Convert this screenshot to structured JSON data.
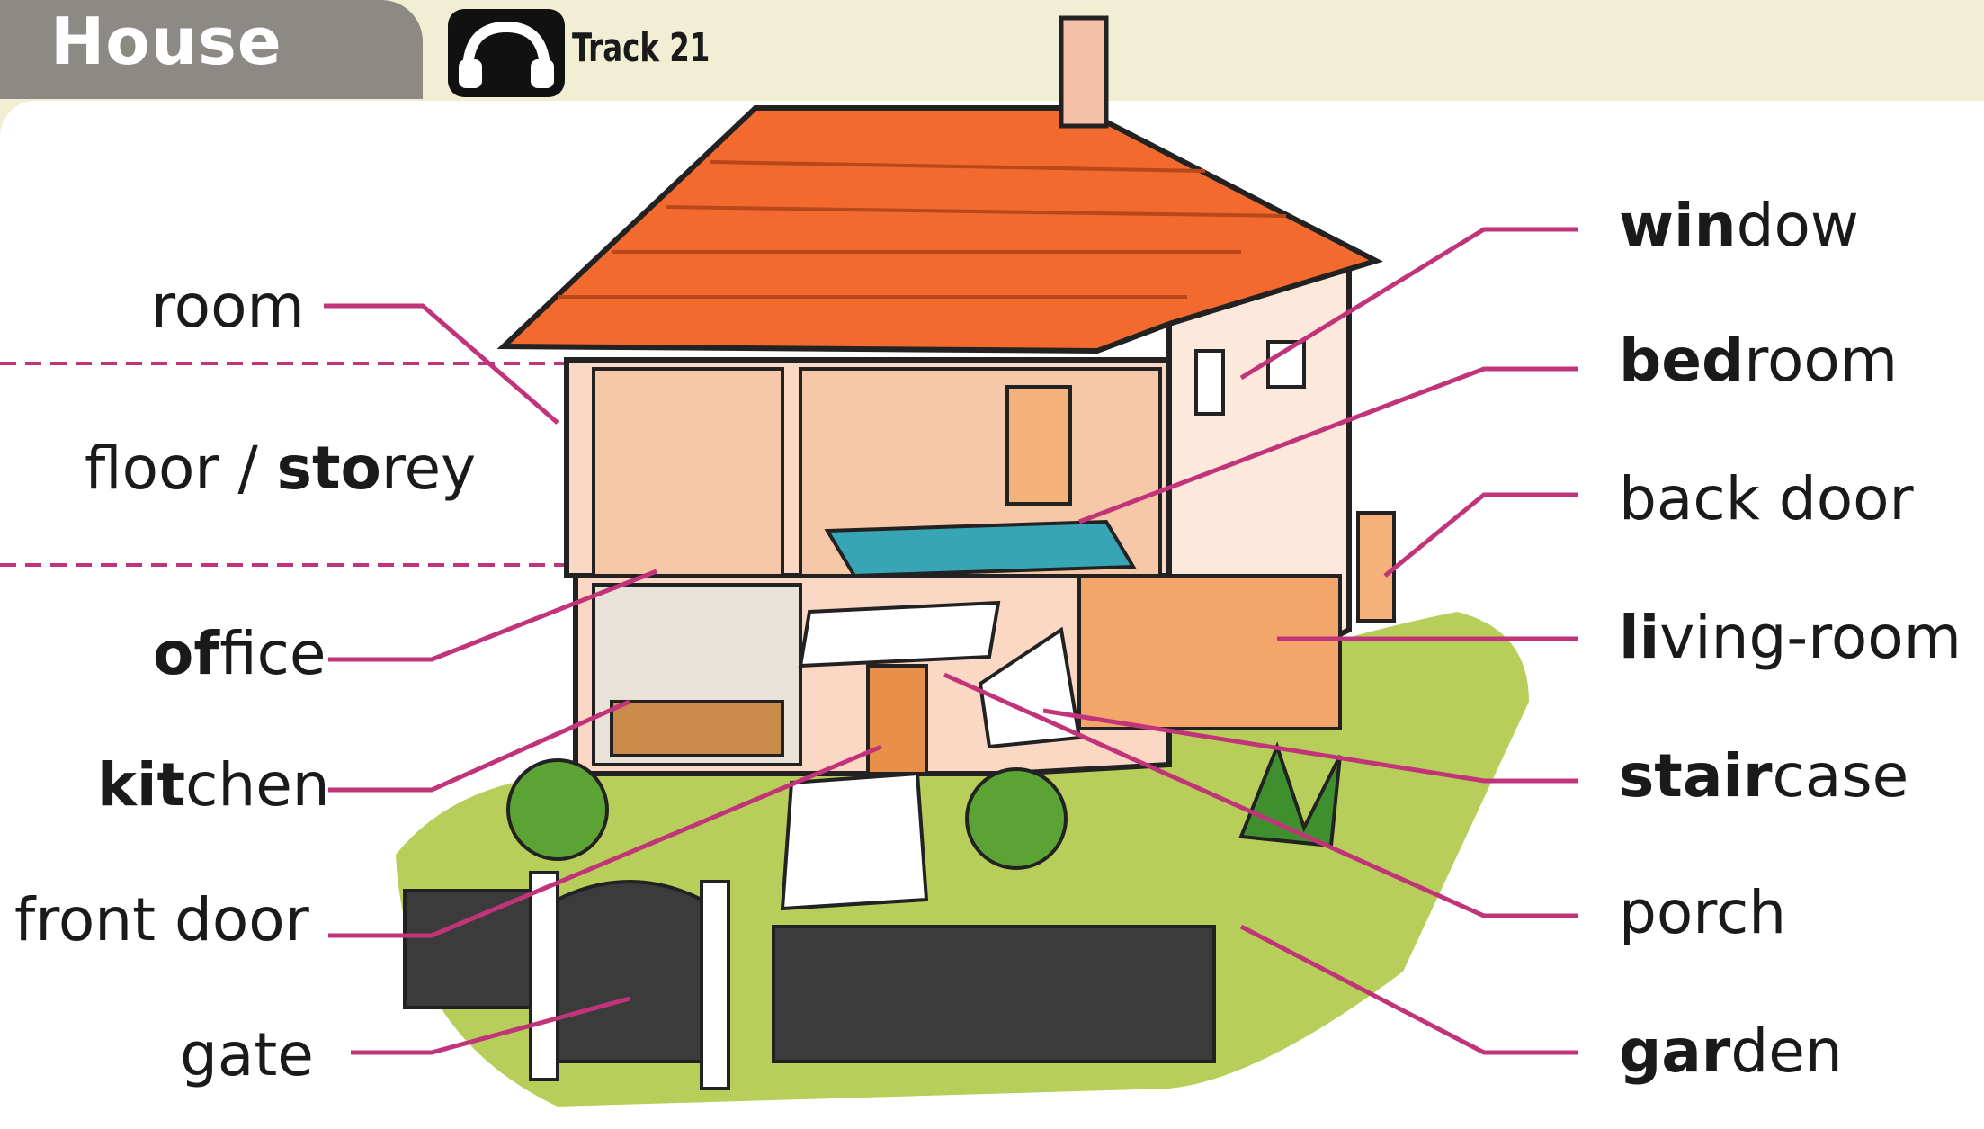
{
  "header": {
    "title": "House",
    "track_icon": "headphones-icon",
    "track_label": "Track 21"
  },
  "labels_left": [
    {
      "id": "room",
      "bold": "",
      "rest": "room"
    },
    {
      "id": "floor",
      "bold": "sto",
      "prefix": "floor / ",
      "rest": "rey"
    },
    {
      "id": "office",
      "bold": "of",
      "rest": "fice"
    },
    {
      "id": "kitchen",
      "bold": "kit",
      "rest": "chen"
    },
    {
      "id": "front-door",
      "bold": "",
      "rest": "front door"
    },
    {
      "id": "gate",
      "bold": "",
      "rest": "gate"
    }
  ],
  "labels_right": [
    {
      "id": "window",
      "bold": "win",
      "rest": "dow"
    },
    {
      "id": "bedroom",
      "bold": "bed",
      "rest": "room"
    },
    {
      "id": "back-door",
      "bold": "",
      "rest": "back door"
    },
    {
      "id": "living-room",
      "bold": "li",
      "rest": "ving-room"
    },
    {
      "id": "staircase",
      "bold": "stair",
      "rest": "case"
    },
    {
      "id": "porch",
      "bold": "",
      "rest": "porch"
    },
    {
      "id": "garden",
      "bold": "gar",
      "rest": "den"
    }
  ],
  "colors": {
    "leader": "#c2347a",
    "roof": "#f26a2e",
    "lawn": "#b7cf5a",
    "fence": "#3b3b3b"
  }
}
